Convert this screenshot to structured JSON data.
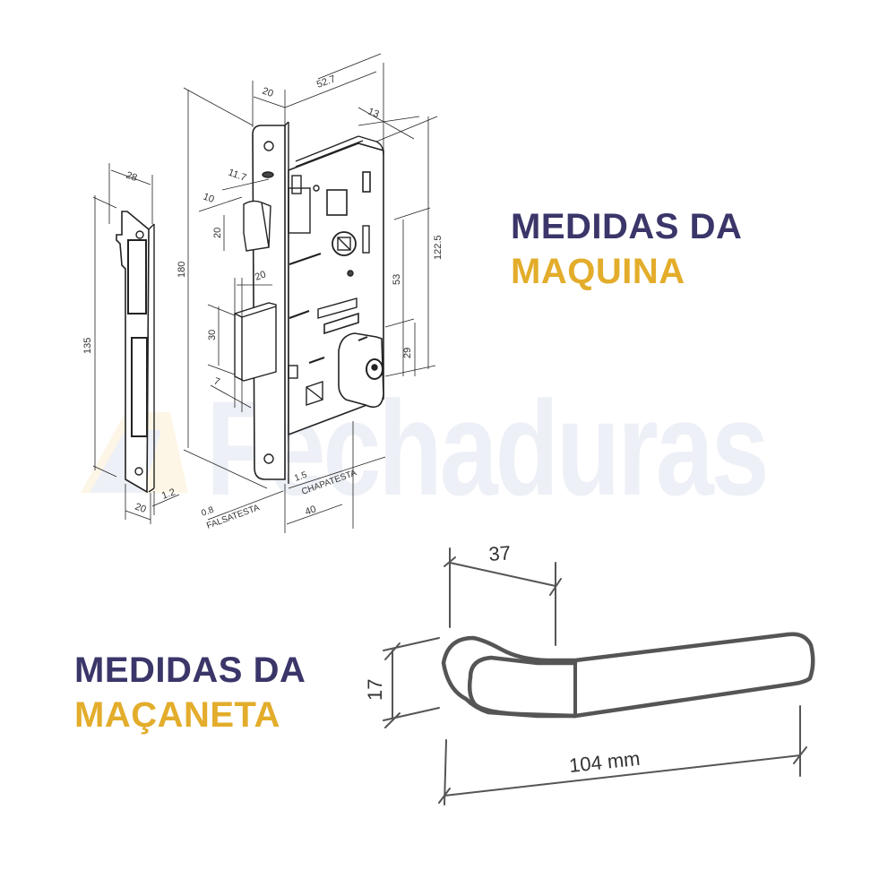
{
  "colors": {
    "heading_primary": "#3a3669",
    "heading_accent": "#e3ad2b",
    "drawing_stroke": "#222222",
    "handle_stroke": "#555555",
    "watermark": "#eef0f7"
  },
  "headings": {
    "machine": {
      "line1": "MEDIDAS DA",
      "line2": "MAQUINA"
    },
    "handle": {
      "line1": "MEDIDAS DA",
      "line2": "MAÇANETA"
    }
  },
  "watermark": {
    "text": "Fechaduras",
    "logo": "brand-logo-icon"
  },
  "lock_drawing": {
    "strike_plate": {
      "width_top": "28",
      "height": "135",
      "width_bottom": "20",
      "thickness": "1.2"
    },
    "faceplate": {
      "total_height": "180",
      "width": "20",
      "latch_offset": "11.7",
      "latch_depth": "10",
      "latch_height": "20",
      "bolt_width": "20",
      "bolt_height": "30",
      "bolt_offset": "7",
      "falsatesta_value": "0.8",
      "falsatesta_label": "FALSATESTA",
      "chapatesta_value": "1.5",
      "chapatesta_label": "CHAPATESTA",
      "backset": "40"
    },
    "body": {
      "depth": "52.7",
      "top_offset": "13",
      "height_to_top": "122.5",
      "handle_to_cylinder": "53",
      "cylinder_offset": "29"
    }
  },
  "handle_drawing": {
    "rose_offset": "37",
    "height": "17",
    "length": "104 mm"
  }
}
